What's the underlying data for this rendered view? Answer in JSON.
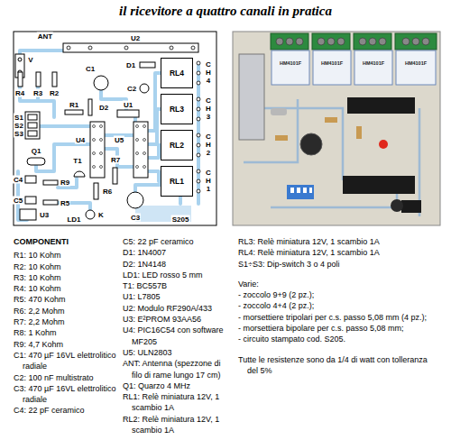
{
  "diagram": {
    "title": "il ricevitore a quattro canali in pratica",
    "nodes": [
      {
        "text": [
          "RL4"
        ]
      },
      {
        "text": [
          "RL3"
        ]
      },
      {
        "text": [
          "RL2"
        ]
      },
      {
        "text": [
          "RL1"
        ]
      }
    ],
    "labels": [
      "ANT",
      "U2",
      "V",
      "C1",
      "R4",
      "R3",
      "R2",
      "D1",
      "C2",
      "D2",
      "U1",
      "R1",
      "S1",
      "S2",
      "S3",
      "U4",
      "U5",
      "Q1",
      "T1",
      "R7",
      "C4",
      "R9",
      "R5",
      "R6",
      "C5",
      "U3",
      "LD1",
      "K",
      "C3",
      "S205",
      "CH4",
      "CH3",
      "CH2",
      "CH1",
      "HM4101F",
      "HM4101F",
      "HM4101F",
      "HM4101F",
      "COMPONENTI",
      "R1: 10 Kohm",
      "R2: 10 Kohm",
      "R3: 10 Kohm",
      "R4: 10 Kohm",
      "R5: 470 Kohm",
      "R6: 2,2 Mohm",
      "R7: 2,2 Mohm",
      "R8: 1 Kohm",
      "R9: 4,7 Kohm",
      "C1: 470 µF 16VL elettrolitico radiale",
      "C2: 100 nF multistrato",
      "C3: 470 µF 16VL elettrolitico radiale",
      "C4: 22 pF ceramico",
      "C5: 22 pF ceramico",
      "D1: 1N4007",
      "D2: 1N4148",
      "LD1: LED rosso 5 mm",
      "T1: BC557B",
      "U1: L7805",
      "U2: Modulo RF290A/433",
      "U3: E²PROM 93AA56",
      "U4: PIC16C54 con software MF205",
      "U5: ULN2803",
      "ANT: Antenna (spezzone di filo di rame lungo 17 cm)",
      "Q1: Quarzo 4 MHz",
      "RL1: Relè miniatura 12V, 1 scambio 1A",
      "RL2: Relè miniatura 12V, 1 scambio 1A",
      "RL3: Relè miniatura 12V, 1 scambio 1A",
      "RL4: Relè miniatura 12V, 1 scambio 1A",
      "S1÷S3: Dip-switch 3 o 4 poli",
      "Varie:",
      "- zoccolo 9+9 (2 pz.);",
      "- zoccolo 4+4 (2 pz.);",
      "- morsettiere tripolari per c.s. passo 5,08 mm (4 pz.);",
      "- morsettiera bipolare per c.s. passo 5,08 mm;",
      "- circuito stampato cod. S205.",
      "Tutte le resistenze sono da 1/4 di watt con tolleranza del 5%"
    ]
  }
}
